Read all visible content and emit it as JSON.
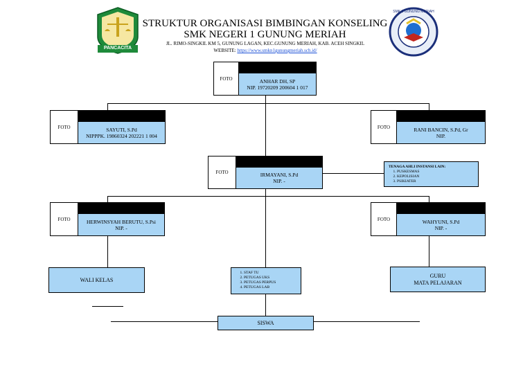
{
  "header": {
    "title_line1": "STRUKTUR ORGANISASI BIMBINGAN KONSELING",
    "title_line2": "SMK NEGERI 1 GUNUNG MERIAH",
    "address": "JL. RIMO-SINGKIL KM 5, GUNUNG LAGAN, KEC.GUNUNG MERIAH, KAB. ACEH SINGKIL",
    "website_label": "WEBSITE: ",
    "website_url": "https://www.smkn1gunungmeriah.sch.id/",
    "left_logo_text": "PANCACITA",
    "right_logo_text": "SMK 1 GUNUNG MERIAH"
  },
  "foto_label": "FOTO",
  "nodes": {
    "kepala": {
      "name": "ANHAR DH, SP",
      "nip": "NIP. 19720209 200604 1 017"
    },
    "sayuti": {
      "name": "SAYUTI, S.Pd",
      "nip": "NIPPPK. 19860324 202221 1 004"
    },
    "rani": {
      "name": "RANI BANCIN, S.Pd, Gr",
      "nip": "NIP."
    },
    "irmayani": {
      "name": "IRMAYANI, S.Pd",
      "nip": "NIP. -"
    },
    "herwinsyah": {
      "name": "HERWINSYAH BERUTU, S.Psi",
      "nip": "NIP. -"
    },
    "wahyuni": {
      "name": "WAHYUNI, S.Pd",
      "nip": "NIP. -"
    }
  },
  "tenaga_ahli": {
    "title": "TENAGA AHLI INSTANSI LAIN:",
    "items": [
      "PUSKESMAS",
      "KEPOLISIAN",
      "PSIKIATER"
    ]
  },
  "staf": {
    "items": [
      "STAF TU",
      "PETUGAS UKS",
      "PETUGAS PERPUS",
      "PETUGAS LAB"
    ]
  },
  "wali_kelas": "WALI KELAS",
  "guru_line1": "GURU",
  "guru_line2": "MATA PELAJARAN",
  "siswa": "SISWA"
}
